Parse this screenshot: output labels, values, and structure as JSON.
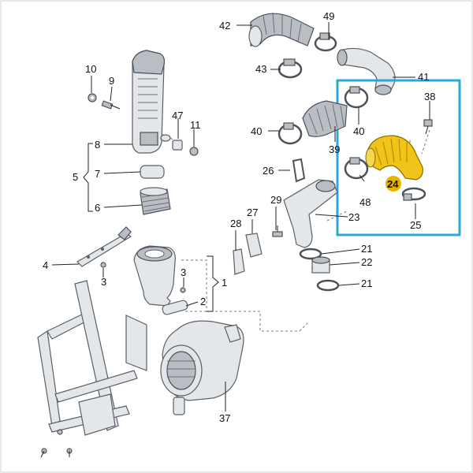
{
  "labels": {
    "l1": "1",
    "l2": "2",
    "l3a": "3",
    "l3b": "3",
    "l4": "4",
    "l5": "5",
    "l6": "6",
    "l7": "7",
    "l8": "8",
    "l9": "9",
    "l10": "10",
    "l11": "11",
    "l21a": "21",
    "l21b": "21",
    "l22": "22",
    "l23": "23",
    "l24": "24",
    "l25": "25",
    "l26": "26",
    "l27": "27",
    "l28": "28",
    "l29": "29",
    "l37": "37",
    "l38": "38",
    "l39": "39",
    "l40a": "40",
    "l40b": "40",
    "l41": "41",
    "l42": "42",
    "l43": "43",
    "l47": "47",
    "l48": "48",
    "l49": "49"
  },
  "colors": {
    "highlight_box": "#29a9d9",
    "highlight_part": "#f0c419",
    "highlight_badge": "#e7b400"
  }
}
